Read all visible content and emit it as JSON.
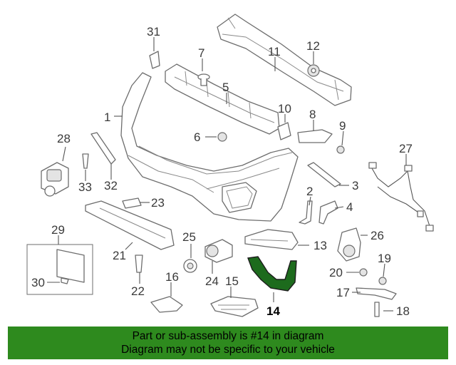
{
  "callouts": [
    {
      "id": "1",
      "label": "1"
    },
    {
      "id": "2",
      "label": "2"
    },
    {
      "id": "3",
      "label": "3"
    },
    {
      "id": "4",
      "label": "4"
    },
    {
      "id": "5",
      "label": "5"
    },
    {
      "id": "6",
      "label": "6"
    },
    {
      "id": "7",
      "label": "7"
    },
    {
      "id": "8",
      "label": "8"
    },
    {
      "id": "9",
      "label": "9"
    },
    {
      "id": "10",
      "label": "10"
    },
    {
      "id": "11",
      "label": "11"
    },
    {
      "id": "12",
      "label": "12"
    },
    {
      "id": "13",
      "label": "13"
    },
    {
      "id": "14",
      "label": "14"
    },
    {
      "id": "15",
      "label": "15"
    },
    {
      "id": "16",
      "label": "16"
    },
    {
      "id": "17",
      "label": "17"
    },
    {
      "id": "18",
      "label": "18"
    },
    {
      "id": "19",
      "label": "19"
    },
    {
      "id": "20",
      "label": "20"
    },
    {
      "id": "21",
      "label": "21"
    },
    {
      "id": "22",
      "label": "22"
    },
    {
      "id": "23",
      "label": "23"
    },
    {
      "id": "24",
      "label": "24"
    },
    {
      "id": "25",
      "label": "25"
    },
    {
      "id": "26",
      "label": "26"
    },
    {
      "id": "27",
      "label": "27"
    },
    {
      "id": "28",
      "label": "28"
    },
    {
      "id": "29",
      "label": "29"
    },
    {
      "id": "30",
      "label": "30"
    },
    {
      "id": "31",
      "label": "31"
    },
    {
      "id": "32",
      "label": "32"
    },
    {
      "id": "33",
      "label": "33"
    }
  ],
  "highlighted_part": "14",
  "highlight_color": "#1d6b1d",
  "banner": {
    "line1": "Part or sub-assembly is #14 in diagram",
    "line2": "Diagram may not be specific to your vehicle",
    "background": "#2e8a1e"
  }
}
